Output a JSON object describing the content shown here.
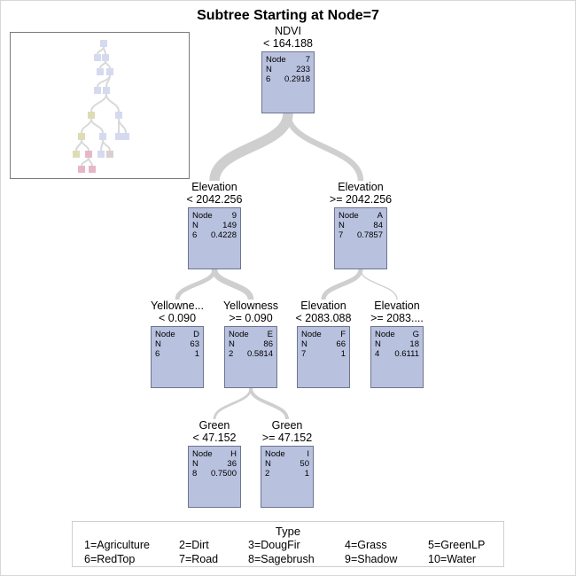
{
  "title": "Subtree Starting at Node=7",
  "link_color": "#cfcfcf",
  "node_color": "#b8c1de",
  "nodes": [
    {
      "id": "7",
      "split_var": "NDVI",
      "split_rule": "< 164.188",
      "node_label": "Node",
      "node_id": "7",
      "n_label": "N",
      "n": "233",
      "pred": "6",
      "prob": "0.2918"
    },
    {
      "id": "9",
      "split_var": "Elevation",
      "split_rule": "< 2042.256",
      "node_label": "Node",
      "node_id": "9",
      "n_label": "N",
      "n": "149",
      "pred": "6",
      "prob": "0.4228"
    },
    {
      "id": "A",
      "split_var": "Elevation",
      "split_rule": ">= 2042.256",
      "node_label": "Node",
      "node_id": "A",
      "n_label": "N",
      "n": "84",
      "pred": "7",
      "prob": "0.7857"
    },
    {
      "id": "D",
      "split_var": "Yellowne...",
      "split_rule": "< 0.090",
      "node_label": "Node",
      "node_id": "D",
      "n_label": "N",
      "n": "63",
      "pred": "6",
      "prob": "1"
    },
    {
      "id": "E",
      "split_var": "Yellowness",
      "split_rule": ">= 0.090",
      "node_label": "Node",
      "node_id": "E",
      "n_label": "N",
      "n": "86",
      "pred": "2",
      "prob": "0.5814"
    },
    {
      "id": "F",
      "split_var": "Elevation",
      "split_rule": "< 2083.088",
      "node_label": "Node",
      "node_id": "F",
      "n_label": "N",
      "n": "66",
      "pred": "7",
      "prob": "1"
    },
    {
      "id": "G",
      "split_var": "Elevation",
      "split_rule": ">= 2083....",
      "node_label": "Node",
      "node_id": "G",
      "n_label": "N",
      "n": "18",
      "pred": "4",
      "prob": "0.6111"
    },
    {
      "id": "H",
      "split_var": "Green",
      "split_rule": "< 47.152",
      "node_label": "Node",
      "node_id": "H",
      "n_label": "N",
      "n": "36",
      "pred": "8",
      "prob": "0.7500"
    },
    {
      "id": "I",
      "split_var": "Green",
      "split_rule": ">= 47.152",
      "node_label": "Node",
      "node_id": "I",
      "n_label": "N",
      "n": "50",
      "pred": "2",
      "prob": "1"
    }
  ],
  "links": [
    {
      "from": "7",
      "to": "9",
      "n": 149
    },
    {
      "from": "7",
      "to": "A",
      "n": 84
    },
    {
      "from": "9",
      "to": "D",
      "n": 63
    },
    {
      "from": "9",
      "to": "E",
      "n": 86
    },
    {
      "from": "A",
      "to": "F",
      "n": 66
    },
    {
      "from": "A",
      "to": "G",
      "n": 18
    },
    {
      "from": "E",
      "to": "H",
      "n": 36
    },
    {
      "from": "E",
      "to": "I",
      "n": 50
    }
  ],
  "overview": {
    "link_color": "#d9d9d9",
    "colors": {
      "blue": "#d5daf0",
      "olive": "#dedcb4",
      "pink": "#e7b7c6",
      "tan": "#dccfcf"
    }
  },
  "legend": {
    "title": "Type",
    "items": [
      "1=Agriculture",
      "2=Dirt",
      "3=DougFir",
      "4=Grass",
      "5=GreenLP",
      "6=RedTop",
      "7=Road",
      "8=Sagebrush",
      "9=Shadow",
      "10=Water"
    ]
  }
}
